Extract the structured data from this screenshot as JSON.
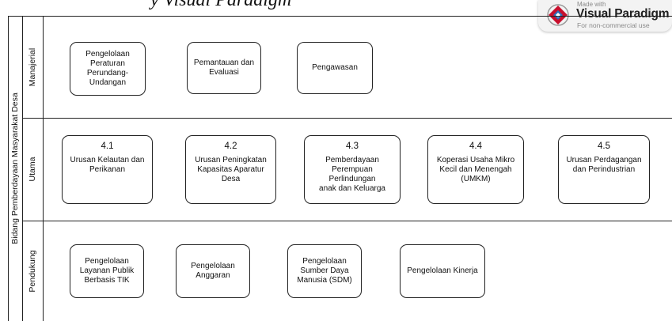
{
  "header": {
    "partial_title": "y Visual Paradigm"
  },
  "watermark": {
    "made_with": "Made with",
    "brand": "Visual Paradigm",
    "subtitle": "For non-commercial use",
    "colors": {
      "red": "#c8102e",
      "blue": "#2c6fb7",
      "gray": "#9a9a9a"
    }
  },
  "pool": {
    "title": "Bidang Pemberdayaan Masyarakat Desa",
    "lanes": [
      {
        "label": "Manajerial",
        "tasks": [
          {
            "label": "Pengelolaan\nPeraturan\nPerundang-\nUndangan"
          },
          {
            "label": "Pemantauan dan\nEvaluasi"
          },
          {
            "label": "Pengawasan"
          }
        ]
      },
      {
        "label": "Utama",
        "tasks": [
          {
            "number": "4.1",
            "label": "Urusan Kelautan dan\nPerikanan"
          },
          {
            "number": "4.2",
            "label": "Urusan Peningkatan\nKapasitas Aparatur\nDesa"
          },
          {
            "number": "4.3",
            "label": "Pemberdayaan\nPerempuan Perlindungan\nanak dan Keluarga"
          },
          {
            "number": "4.4",
            "label": "Koperasi Usaha Mikro\nKecil dan Menengah\n(UMKM)"
          },
          {
            "number": "4.5",
            "label": "Urusan Perdagangan\ndan Perindustrian"
          }
        ]
      },
      {
        "label": "Pendukung",
        "tasks": [
          {
            "label": "Pengelolaan\nLayanan Publik\nBerbasis TIK"
          },
          {
            "label": "Pengelolaan\nAnggaran"
          },
          {
            "label": "Pengelolaan\nSumber Daya\nManusia (SDM)"
          },
          {
            "label": "Pengelolaan Kinerja"
          }
        ]
      }
    ]
  }
}
